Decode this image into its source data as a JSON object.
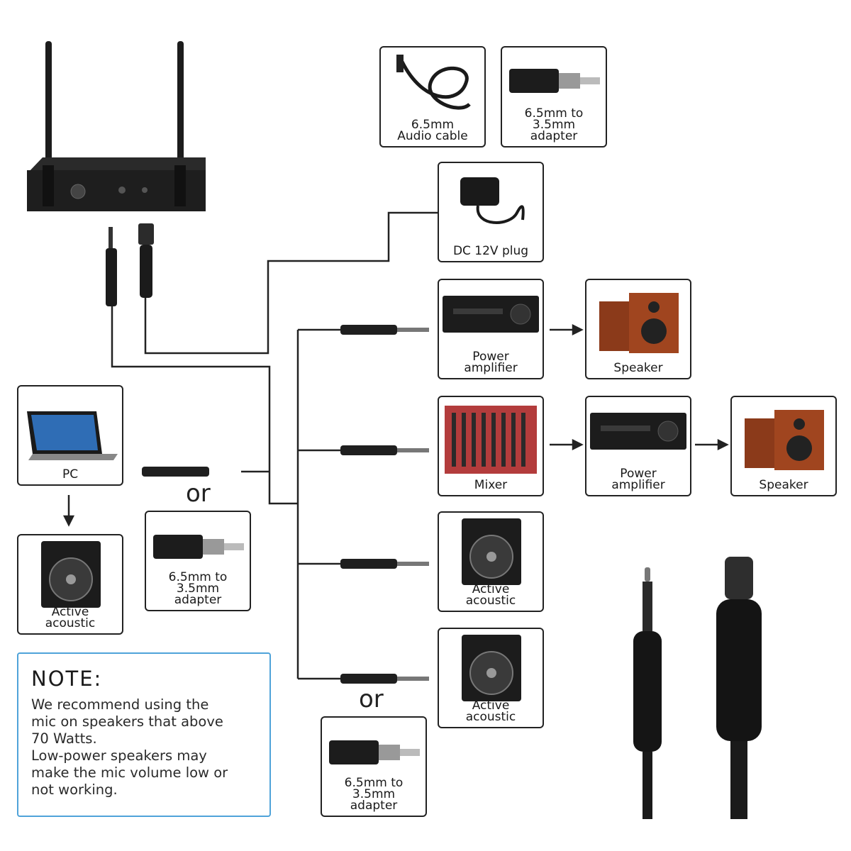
{
  "labels": {
    "audio_cable": "6.5mm\nAudio cable",
    "adapter_top": "6.5mm to\n3.5mm\nadapter",
    "dc_plug": "DC 12V plug",
    "power_amp_1": "Power\namplifier",
    "speaker_1": "Speaker",
    "mixer": "Mixer",
    "power_amp_2": "Power\namplifier",
    "speaker_2": "Speaker",
    "active_1": "Active\nacoustic",
    "active_2": "Active\nacoustic",
    "pc": "PC",
    "active_pc": "Active\nacoustic",
    "adapter_mid": "6.5mm to\n3.5mm\nadapter",
    "adapter_bottom": "6.5mm to\n3.5mm\nadapter"
  },
  "or_text": "or",
  "note": {
    "title": "NOTE:",
    "body": "We recommend using the\nmic on speakers that above\n70 Watts.\nLow-power speakers may\nmake the mic volume low or\nnot working."
  }
}
